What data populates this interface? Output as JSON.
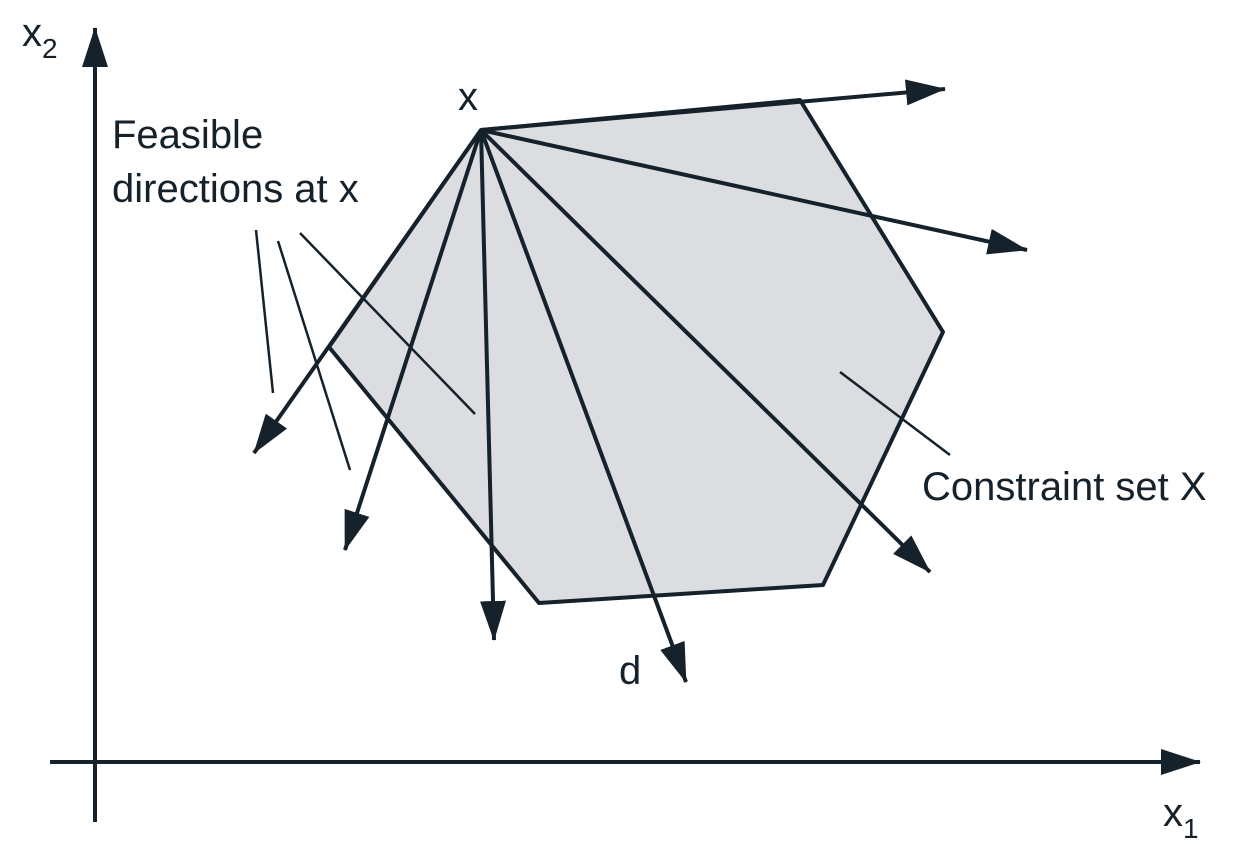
{
  "diagram": {
    "axis_x_label": "x",
    "axis_x_subscript": "1",
    "axis_y_label": "x",
    "axis_y_subscript": "2",
    "point_label": "x",
    "direction_label": "d",
    "feasible_label_line1": "Feasible",
    "feasible_label_line2": "directions at x",
    "constraint_label": "Constraint set X",
    "colors": {
      "stroke": "#15212b",
      "fill": "#dcdde0",
      "background": "#ffffff"
    }
  }
}
